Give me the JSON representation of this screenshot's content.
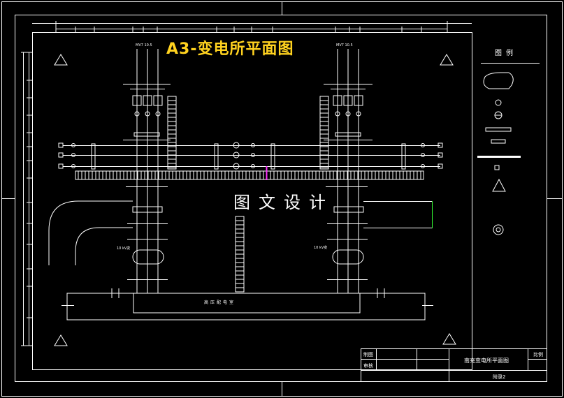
{
  "drawing": {
    "title": "A3-变电所平面图",
    "watermark": "图文设计",
    "legend_title": "图例",
    "title_block": {
      "name": "南充变电所平面图",
      "scale_label": "比例",
      "row1_label": "制图",
      "row2_label": "审核",
      "sheet": "附录2"
    },
    "labels": {
      "left_transformer": "10 kV变",
      "right_transformer": "10 kV变",
      "bottom_room": "高压配电室",
      "left_feeder": "MV7 10.5",
      "right_feeder": "MV7 10.5"
    }
  },
  "colors": {
    "line": "#ffffff",
    "title": "#ffd21f",
    "accent_green": "#33ff33",
    "accent_magenta": "#ff33ff"
  }
}
